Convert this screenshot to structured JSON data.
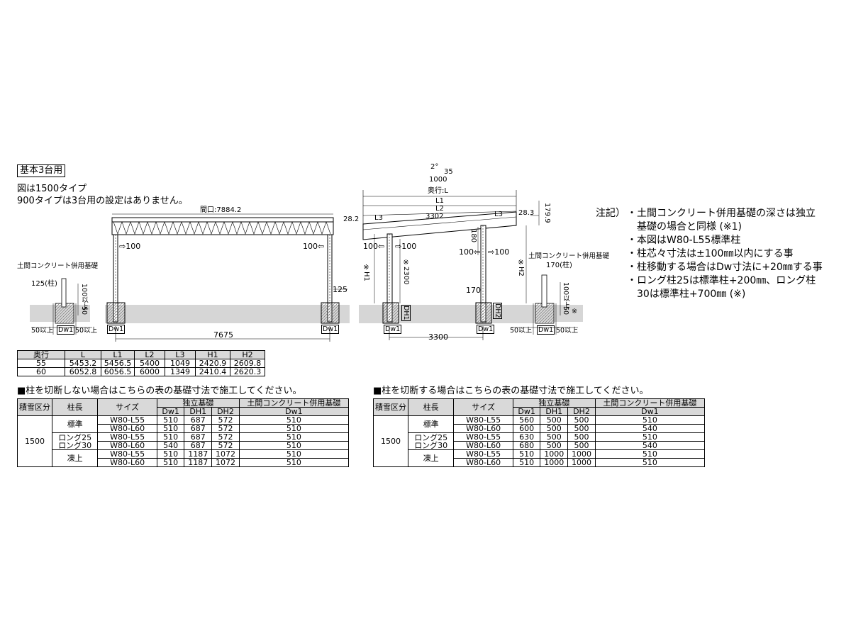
{
  "header": {
    "title_box": "基本3台用",
    "note1": "図は1500タイプ",
    "note2": "900タイプは3台用の設定はありません。"
  },
  "front_view": {
    "opening": "間口:7884.2",
    "left_offset": "⇨100",
    "right_offset": "100⇦",
    "span": "7675",
    "dim_125": "125",
    "dw1_left": "Dw1",
    "dw1_right": "Dw1",
    "detail": {
      "title": "土間コンクリート併用基礎",
      "post_width": "125(柱)",
      "h100": "100以上",
      "h50": "50",
      "left_min": "50以上",
      "dw1": "Dw1",
      "right_min": "50以上"
    }
  },
  "side_view": {
    "angle_deg": "2°",
    "angle_ratio": "35",
    "angle_base": "1000",
    "depth": "奥行:L",
    "l1": "L1",
    "l2": "L2",
    "l3_left": "L3",
    "l3_right": "L3",
    "mid": "3302",
    "left_28": "28.2",
    "right_28": "28.3",
    "right_179": "179.9",
    "off_100_a": "100⇦",
    "off_100_b": "⇨100",
    "off_100_c": "100⇦",
    "off_100_d": "⇨100",
    "h180": "180",
    "h1": "※H1",
    "h2300": "※2300",
    "h2": "※H2",
    "h170": "170",
    "dh1": "DH1",
    "dh2": "DH2",
    "span": "3300",
    "dw1_left": "Dw1",
    "dw1_right": "Dw1",
    "detail": {
      "title": "土間コンクリート併用基礎",
      "post_width": "170(柱)",
      "h100": "100以上",
      "h50": "50",
      "star": "※",
      "left_min": "50以上",
      "dw1": "Dw1",
      "right_min": "50以上"
    }
  },
  "notes": {
    "label": "注記）",
    "items": [
      "・土間コンクリート併用基礎の深さは独立",
      "　基礎の場合と同様 (※1)",
      "・本図はW80-L55標準柱",
      "・柱芯々寸法は±100㎜以内にする事",
      "・柱移動する場合はDw寸法に+20㎜する事",
      "・ロング柱25は標準柱+200㎜、ロング柱",
      "　30は標準柱+700㎜ (※)"
    ]
  },
  "spec_table": {
    "headers": [
      "奥行",
      "L",
      "L1",
      "L2",
      "L3",
      "H1",
      "H2"
    ],
    "rows": [
      [
        "55",
        "5453.2",
        "5456.5",
        "5400",
        "1049",
        "2420.9",
        "2609.8"
      ],
      [
        "60",
        "6052.8",
        "6056.5",
        "6000",
        "1349",
        "2410.4",
        "2620.3"
      ]
    ]
  },
  "table_uncut": {
    "caption": "■柱を切断しない場合はこちらの表の基礎寸法で施工してください。",
    "h_snow": "積雪区分",
    "h_post": "柱長",
    "h_size": "サイズ",
    "h_indep": "独立基礎",
    "h_dirt": "土間コンクリート併用基礎",
    "h_dw1": "Dw1",
    "h_dh1": "DH1",
    "h_dh2": "DH2",
    "h_dw1b": "Dw1",
    "snow": "1500",
    "groups": [
      {
        "post": "標準",
        "rows": [
          [
            "W80-L55",
            "510",
            "687",
            "572",
            "510"
          ],
          [
            "W80-L60",
            "510",
            "687",
            "572",
            "510"
          ]
        ]
      },
      {
        "post": "ロング25\nロング30",
        "rows": [
          [
            "W80-L55",
            "510",
            "687",
            "572",
            "510"
          ],
          [
            "W80-L60",
            "540",
            "687",
            "572",
            "510"
          ]
        ]
      },
      {
        "post": "凍上",
        "rows": [
          [
            "W80-L55",
            "510",
            "1187",
            "1072",
            "510"
          ],
          [
            "W80-L60",
            "510",
            "1187",
            "1072",
            "510"
          ]
        ]
      }
    ]
  },
  "table_cut": {
    "caption": "■柱を切断する場合はこちらの表の基礎寸法で施工してください。",
    "h_snow": "積雪区分",
    "h_post": "柱長",
    "h_size": "サイズ",
    "h_indep": "独立基礎",
    "h_dirt": "土間コンクリート併用基礎",
    "h_dw1": "Dw1",
    "h_dh1": "DH1",
    "h_dh2": "DH2",
    "h_dw1b": "Dw1",
    "snow": "1500",
    "groups": [
      {
        "post": "標準",
        "rows": [
          [
            "W80-L55",
            "560",
            "500",
            "500",
            "510"
          ],
          [
            "W80-L60",
            "600",
            "500",
            "500",
            "540"
          ]
        ]
      },
      {
        "post": "ロング25\nロング30",
        "rows": [
          [
            "W80-L55",
            "630",
            "500",
            "500",
            "510"
          ],
          [
            "W80-L60",
            "680",
            "500",
            "500",
            "540"
          ]
        ]
      },
      {
        "post": "凍上",
        "rows": [
          [
            "W80-L55",
            "510",
            "1000",
            "1000",
            "510"
          ],
          [
            "W80-L60",
            "510",
            "1000",
            "1000",
            "510"
          ]
        ]
      }
    ]
  },
  "colors": {
    "ground": "#d6d6d6",
    "header": "#d9d9d9"
  }
}
